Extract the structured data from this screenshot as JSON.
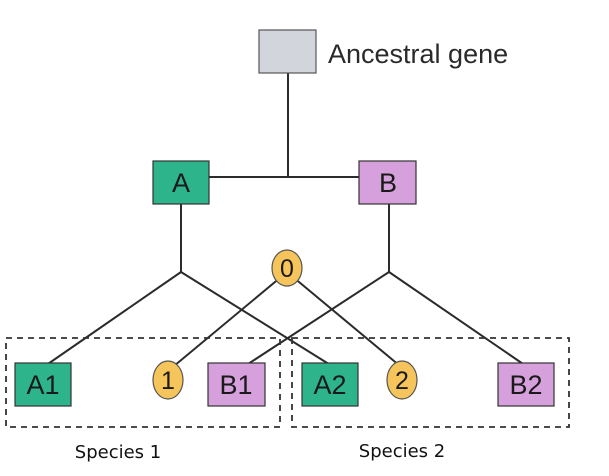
{
  "colors": {
    "ancestral": "#d2d5dc",
    "green": "#2db48a",
    "purple": "#d6a0dc",
    "orange": "#f5c45a",
    "line": "#2b2b2b",
    "dash": "#333333"
  },
  "ancestral": {
    "label": "Ancestral gene"
  },
  "paralogs": {
    "a": "A",
    "b": "B"
  },
  "events": {
    "e0": "0",
    "e1": "1",
    "e2": "2"
  },
  "genes": {
    "a1": "A1",
    "b1": "B1",
    "a2": "A2",
    "b2": "B2"
  },
  "species": {
    "s1": "Species 1",
    "s2": "Species 2"
  }
}
